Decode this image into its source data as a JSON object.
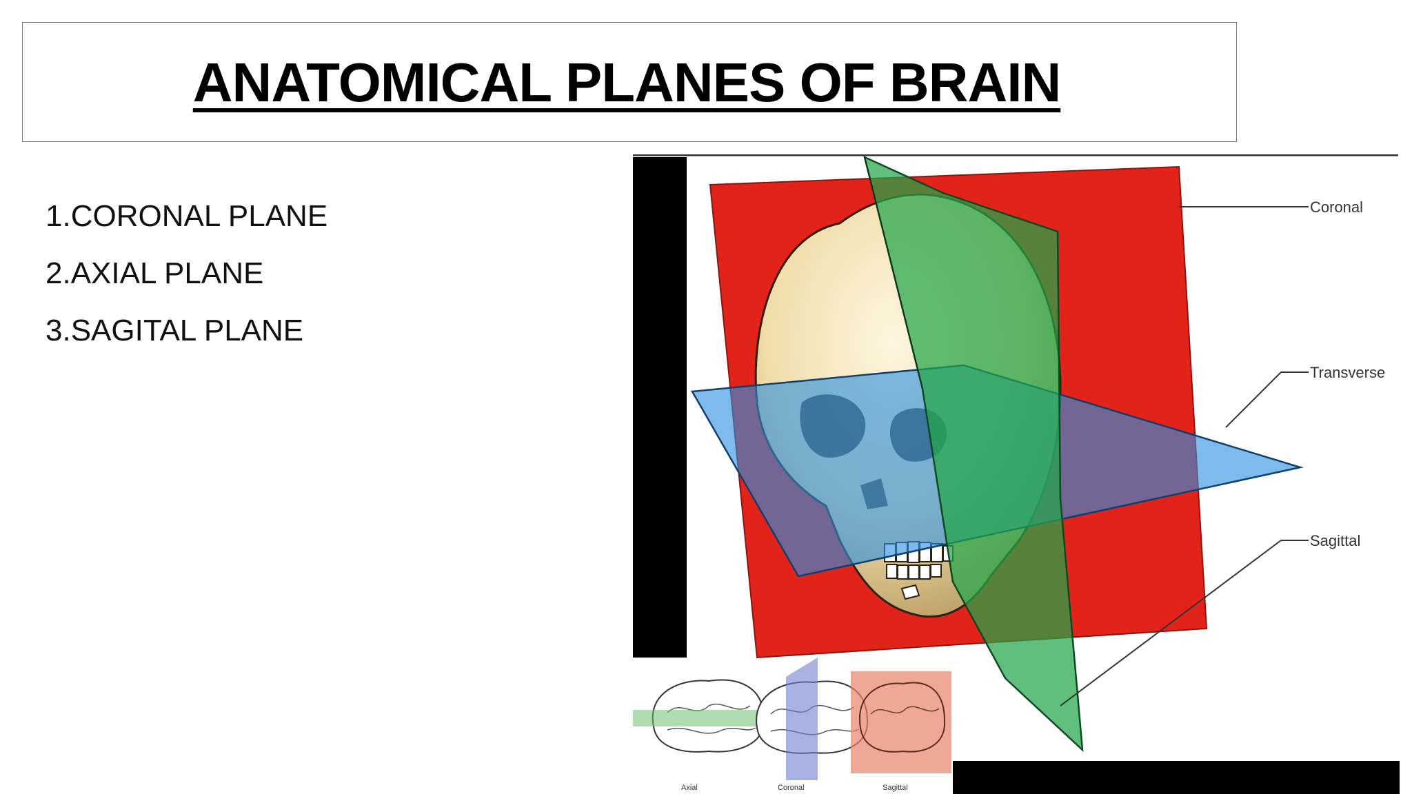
{
  "slide": {
    "title": "ANATOMICAL PLANES OF BRAIN",
    "planes": [
      "1.CORONAL PLANE",
      "2.AXIAL PLANE",
      "3.SAGITAL PLANE"
    ]
  },
  "figure": {
    "plane_labels": {
      "coronal": "Coronal",
      "transverse": "Transverse",
      "sagittal": "Sagittal"
    },
    "thumbnail_labels": {
      "axial": "Axial",
      "coronal": "Coronal",
      "sagittal": "Sagittal"
    },
    "colors": {
      "coronal_plane": "#e2231a",
      "transverse_plane": "#2f8fe0",
      "sagittal_plane": "#22a64a",
      "skull": "#f2e3b8"
    }
  }
}
